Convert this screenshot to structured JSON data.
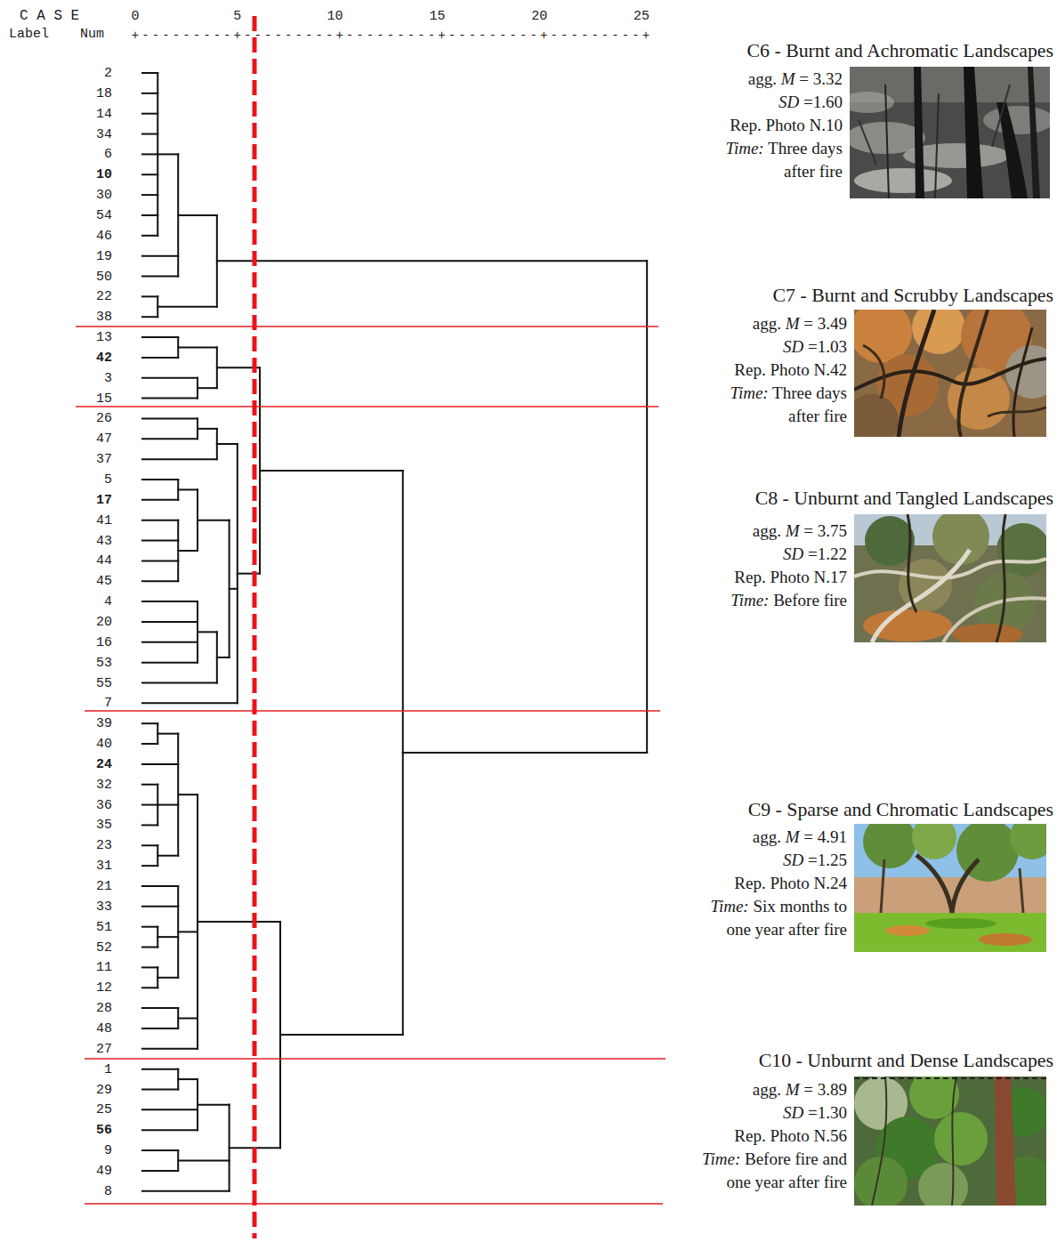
{
  "diagram": {
    "nodes": [
      {
        "text": [
          "C6 - Burnt and Achromatic Landscapes",
          "agg. M = 3.32",
          "SD =1.60",
          "Rep. Photo N.10",
          "Time: Three days after fire"
        ]
      },
      {
        "text": [
          "C7 - Burnt and Scrubby Landscapes",
          "agg. M = 3.49",
          "SD =1.03",
          "Rep. Photo N.42",
          "Time: Three days after fire"
        ]
      },
      {
        "text": [
          "C8 - Unburnt and Tangled Landscapes",
          "agg. M = 3.75",
          "SD =1.22",
          "Rep. Photo N.17",
          "Time: Before fire"
        ]
      },
      {
        "text": [
          "C9 - Sparse and Chromatic Landscapes",
          "agg. M = 4.91",
          "SD =1.25",
          "Rep. Photo N.24",
          "Time: Six months to one year after fire"
        ]
      },
      {
        "text": [
          "C10 - Unburnt and Dense Landscapes",
          "agg. M = 3.89",
          "SD =1.30",
          "Rep. Photo N.56",
          "Time: Before fire and one year after fire"
        ]
      }
    ],
    "labels": [
      "C A S E",
      "Label",
      "Num",
      "0",
      "5",
      "10",
      "15",
      "20",
      "25",
      "+---------+---------+---------+---------+---------+",
      "2",
      "18",
      "14",
      "34",
      "6",
      "10",
      "30",
      "54",
      "46",
      "19",
      "50",
      "22",
      "38",
      "13",
      "42",
      "3",
      "15",
      "26",
      "47",
      "37",
      "5",
      "17",
      "41",
      "43",
      "44",
      "45",
      "4",
      "20",
      "16",
      "53",
      "55",
      "7",
      "39",
      "40",
      "24",
      "32",
      "36",
      "35",
      "23",
      "31",
      "21",
      "33",
      "51",
      "52",
      "11",
      "12",
      "28",
      "48",
      "27",
      "1",
      "29",
      "25",
      "56",
      "9",
      "49",
      "8"
    ]
  }
}
